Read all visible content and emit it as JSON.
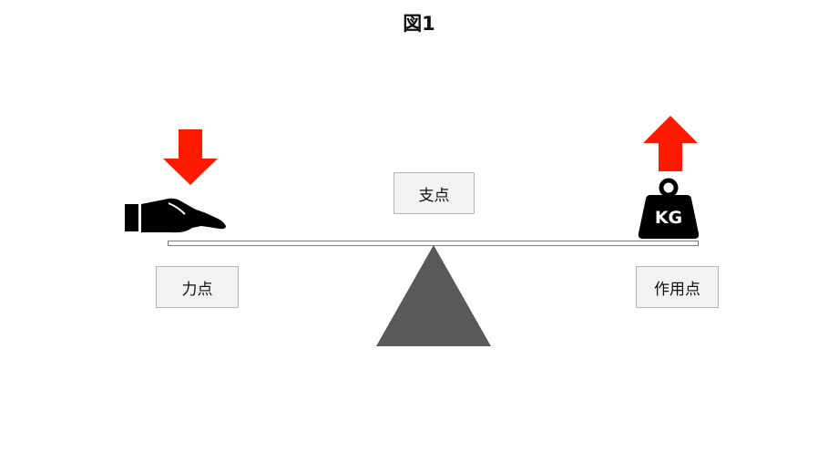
{
  "title": "図1",
  "labels": {
    "fulcrum": "支点",
    "effort": "力点",
    "load": "作用点"
  },
  "weight": {
    "text": "KG"
  },
  "icons": {
    "effort_hand": "hand-pressing-icon",
    "effort_arrow": "arrow-down-icon",
    "load_arrow": "arrow-up-icon",
    "load_weight": "kg-weight-icon",
    "fulcrum": "triangle-fulcrum"
  },
  "colors": {
    "arrow": "#ff1a00",
    "fulcrum": "#595959",
    "icon": "#000000",
    "label_bg": "#f2f2f2",
    "label_border": "#b5b5b5"
  }
}
